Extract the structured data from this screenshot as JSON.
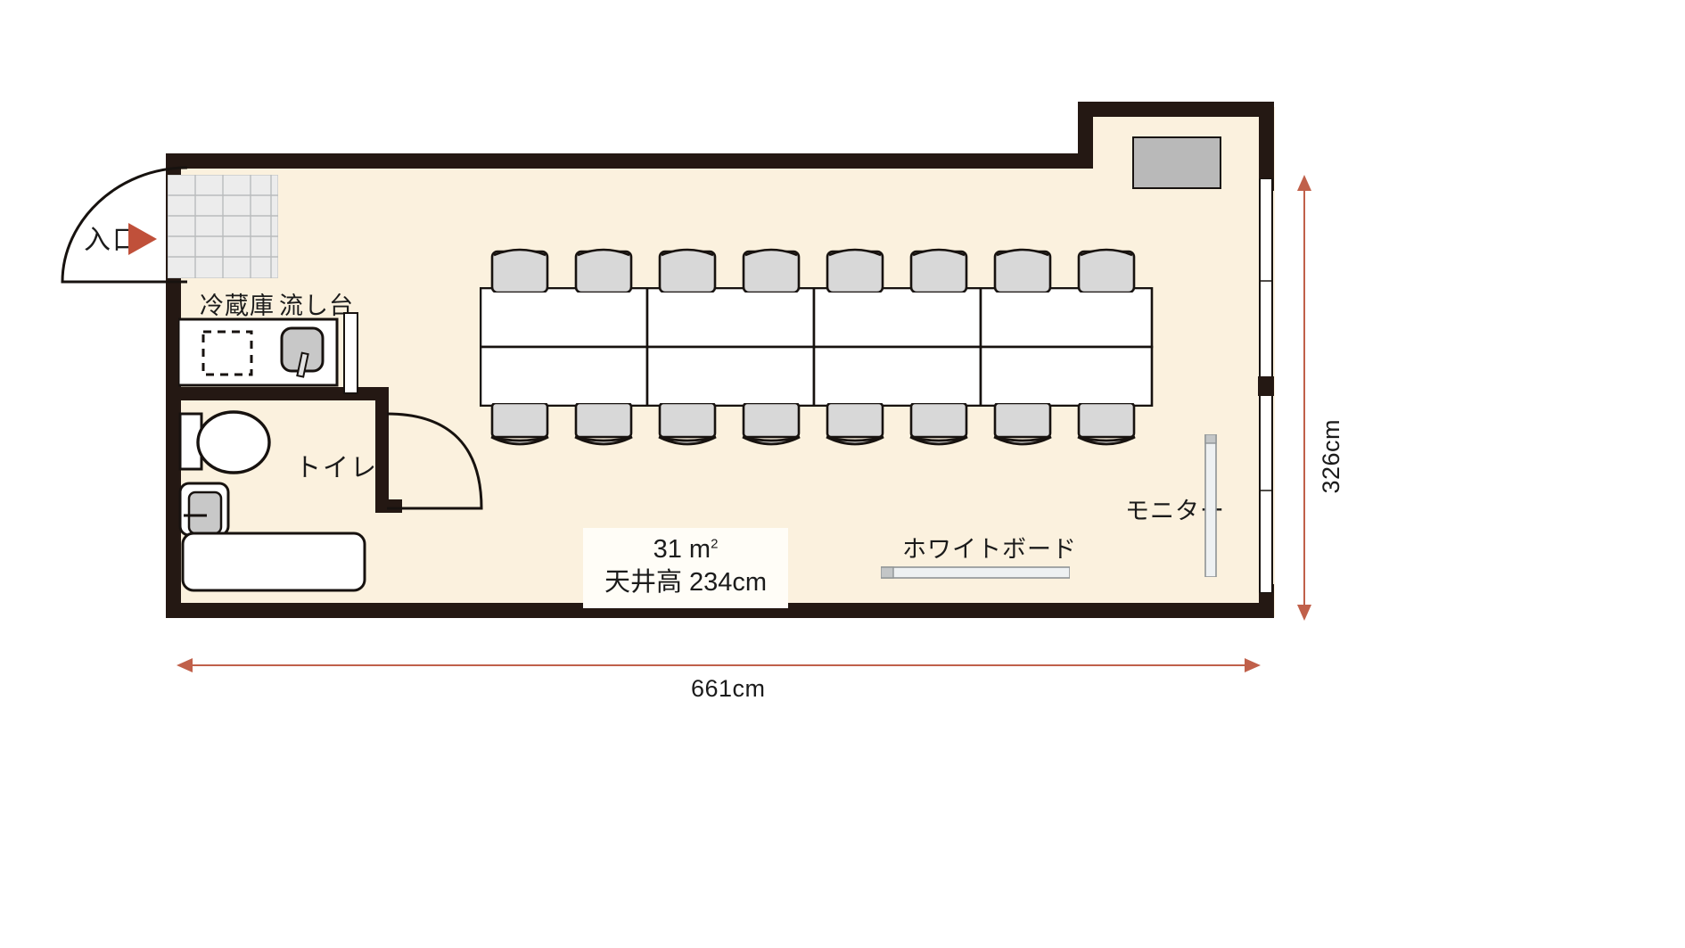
{
  "plan": {
    "type": "floor-plan",
    "room_name_implicit": "meeting-room",
    "area_label": "31 ㎡",
    "area_value": "31",
    "area_unit": "㎡",
    "ceiling_label": "天井高 234cm",
    "ceiling_height": "234cm",
    "colors": {
      "floor": "#fbf1de",
      "wall": "#241813",
      "furniture_fill": "#ffffff",
      "chair_fill": "#d8d8d8",
      "accent_red": "#c0503a",
      "dimension": "#c0604a",
      "tile_fill": "#ececec",
      "monitor_fill": "#b9b9b9"
    }
  },
  "dimensions": {
    "width": {
      "value": "661cm",
      "orientation": "horizontal"
    },
    "depth": {
      "value": "326cm",
      "orientation": "vertical"
    }
  },
  "labels": {
    "entrance": "入口",
    "refrigerator": "冷蔵庫",
    "sink": "流し台",
    "toilet": "トイレ",
    "whiteboard": "ホワイトボード",
    "monitor": "モニター"
  },
  "furniture": {
    "tables": {
      "count": 8,
      "rows": 2,
      "columns": 4,
      "note": "four table blocks arranged in two rows"
    },
    "chairs": {
      "top_row": 8,
      "bottom_row": 8,
      "total": 16
    },
    "fixtures": [
      {
        "name": "refrigerator",
        "label": "冷蔵庫",
        "style": "dashed-outline"
      },
      {
        "name": "sink",
        "label": "流し台",
        "style": "grey-basin"
      },
      {
        "name": "toilet",
        "label": "トイレ",
        "style": "oval"
      },
      {
        "name": "wash-basin",
        "label": "",
        "style": "grey-rounded"
      },
      {
        "name": "bathtub",
        "label": "",
        "style": "white-rounded"
      },
      {
        "name": "whiteboard",
        "label": "ホワイトボード",
        "style": "horizontal-bar"
      },
      {
        "name": "monitor",
        "label": "モニター",
        "style": "vertical-bar"
      },
      {
        "name": "wall-cabinet",
        "label": "",
        "style": "grey-rect"
      },
      {
        "name": "entrance-tiles",
        "label": "",
        "style": "tile-grid"
      }
    ]
  }
}
